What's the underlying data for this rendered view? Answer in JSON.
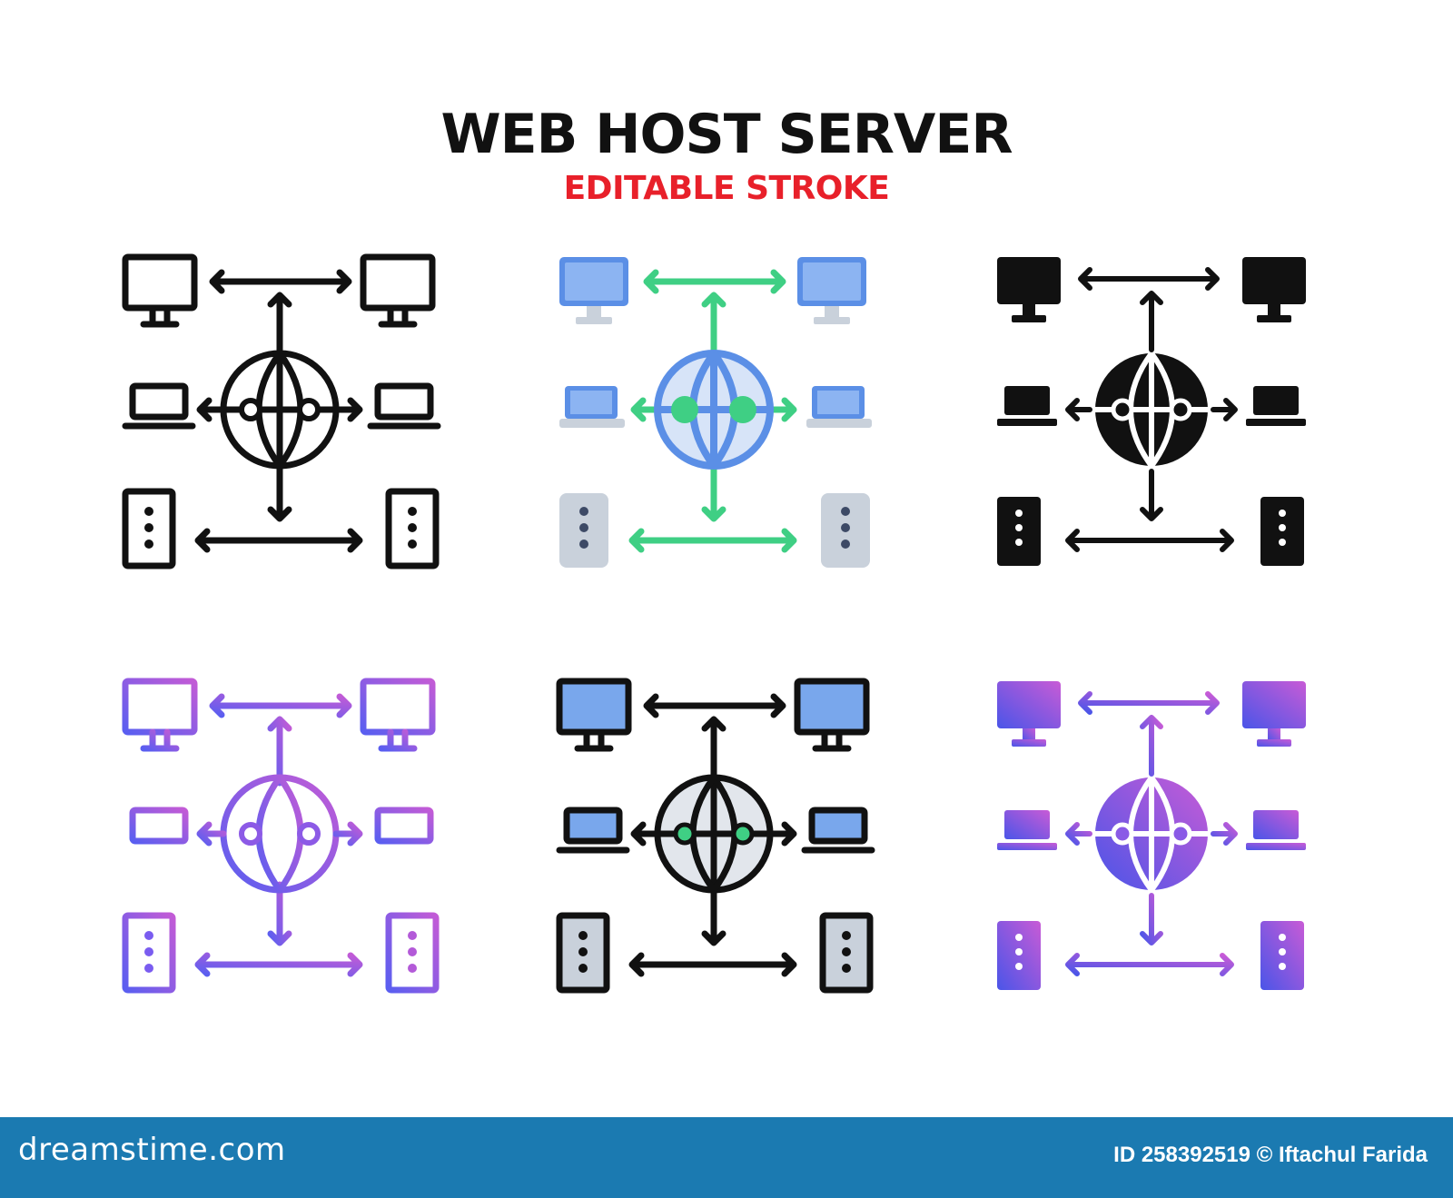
{
  "title": "WEB HOST SERVER",
  "subtitle": "EDITABLE STROKE",
  "footer": {
    "brand": "dreamstime.com",
    "credit": "ID 258392519 © Iftachul Farida"
  },
  "icons": [
    {
      "style": "outline-black"
    },
    {
      "style": "flat-color"
    },
    {
      "style": "solid-black"
    },
    {
      "style": "outline-gradient"
    },
    {
      "style": "filled-outline"
    },
    {
      "style": "solid-gradient"
    }
  ],
  "colors": {
    "title": "#111111",
    "subtitle": "#e8202a",
    "footer_bg": "#1b7ab1",
    "green": "#3fcf84",
    "blue": "#5b8fe6",
    "screen_blue": "#79a7ec",
    "gray": "#c9d1db",
    "purple_a": "#7a5cf0",
    "purple_b": "#c25bd6"
  }
}
